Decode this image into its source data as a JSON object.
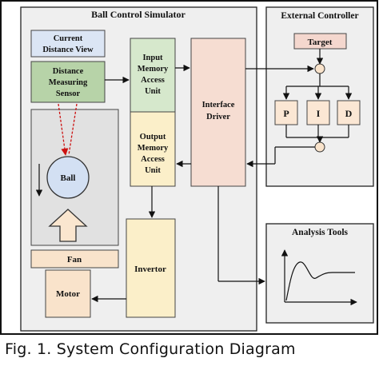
{
  "ball_control_simulator": {
    "title": "Ball Control Simulator"
  },
  "current_distance_view": {
    "line1": "Current",
    "line2": "Distance View"
  },
  "distance_sensor": {
    "line1": "Distance",
    "line2": "Measuring",
    "line3": "Sensor"
  },
  "ball": {
    "label": "Ball"
  },
  "fan": {
    "label": "Fan"
  },
  "motor": {
    "label": "Motor"
  },
  "input_mau": {
    "line1": "Input",
    "line2": "Memory",
    "line3": "Access",
    "line4": "Unit"
  },
  "output_mau": {
    "line1": "Output",
    "line2": "Memory",
    "line3": "Access",
    "line4": "Unit"
  },
  "interface_driver": {
    "line1": "Interface",
    "line2": "Driver"
  },
  "invertor": {
    "label": "Invertor"
  },
  "external_controller": {
    "title": "External Controller",
    "target": "Target",
    "p": "P",
    "i": "I",
    "d": "D"
  },
  "analysis_tools": {
    "title": "Analysis Tools"
  },
  "caption": "Fig. 1. System Configuration Diagram",
  "colors": {
    "view_blue": "#dbe5f4",
    "sensor_green": "#b7d3a8",
    "memory_green": "#d6e8cc",
    "memory_yellow": "#fbefc9",
    "driver_pink": "#f6ddd2",
    "fan_tan": "#f9e3cb",
    "target_pink": "#f4d7ce",
    "pid_tan": "#fbe7d4",
    "chamber_gray": "#e1e1e1",
    "ball_blue": "#d3e0f3",
    "arrow_tan": "#fae6cf",
    "panel_gray": "#efefef",
    "sensor_ray_red": "#cc1111"
  }
}
